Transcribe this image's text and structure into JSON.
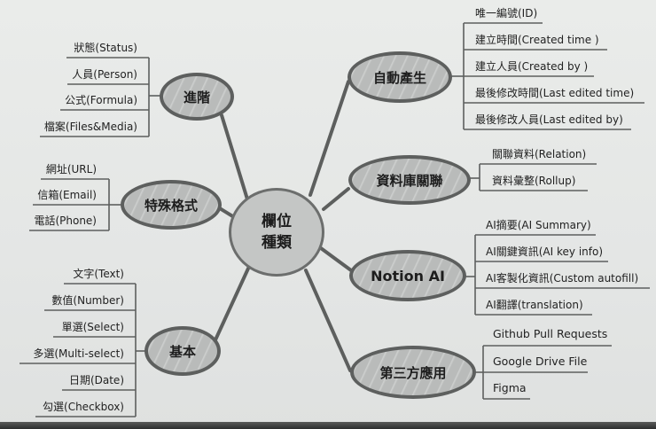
{
  "center": {
    "line1": "欄位",
    "line2": "種類"
  },
  "branches": {
    "advanced": {
      "label": "進階",
      "items": [
        "狀態(Status)",
        "人員(Person)",
        "公式(Formula)",
        "檔案(Files&Media)"
      ]
    },
    "special": {
      "label": "特殊格式",
      "items": [
        "網址(URL)",
        "信箱(Email)",
        "電話(Phone)"
      ]
    },
    "basic": {
      "label": "基本",
      "items": [
        "文字(Text)",
        "數值(Number)",
        "單選(Select)",
        "多選(Multi-select)",
        "日期(Date)",
        "勾選(Checkbox)"
      ]
    },
    "auto": {
      "label": "自動產生",
      "items": [
        "唯一編號(ID)",
        "建立時間(Created time )",
        "建立人員(Created by )",
        "最後修改時間(Last edited time)",
        "最後修改人員(Last edited by)"
      ]
    },
    "relation": {
      "label": "資料庫關聯",
      "items": [
        "關聯資料(Relation)",
        "資料彙整(Rollup)"
      ]
    },
    "ai": {
      "label": "Notion AI",
      "items": [
        "AI摘要(AI Summary)",
        "AI關鍵資訊(AI key info)",
        "AI客製化資訊(Custom autofill)",
        "AI翻譯(translation)"
      ]
    },
    "thirdparty": {
      "label": "第三方應用",
      "items": [
        "Github Pull Requests",
        "Google Drive File",
        "Figma"
      ]
    }
  },
  "colors": {
    "paper": "#e4e6e5",
    "line": "#5d5f5e",
    "node_fill": "#bcbebd",
    "text": "#1d1d1d"
  }
}
